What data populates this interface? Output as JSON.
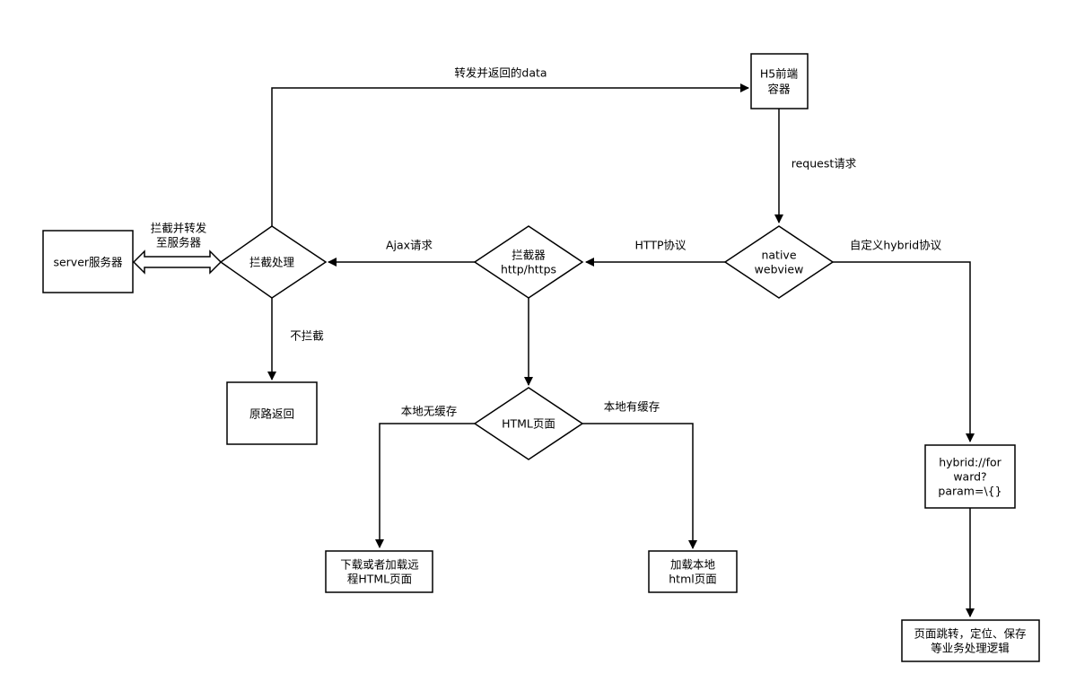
{
  "nodes": {
    "h5": [
      "H5前端",
      "容器"
    ],
    "native": [
      "native",
      "webview"
    ],
    "interceptor": [
      "拦截器",
      "http/https"
    ],
    "handle": [
      "拦截处理"
    ],
    "server": [
      "server服务器"
    ],
    "return": [
      "原路返回"
    ],
    "html_page": [
      "HTML页面"
    ],
    "download": [
      "下载或者加载远",
      "程HTML页面"
    ],
    "local": [
      "加载本地",
      "html页面"
    ],
    "hybrid": [
      "hybrid://for",
      "ward?",
      "param=\\{}"
    ],
    "jump": [
      "页面跳转，定位、保存",
      "等业务处理逻辑"
    ]
  },
  "edges": {
    "forward_data": "转发并返回的data",
    "request": "request请求",
    "http_proto": "HTTP协议",
    "custom_proto": "自定义hybrid协议",
    "ajax": "Ajax请求",
    "intercept_forward": [
      "拦截并转发",
      "至服务器"
    ],
    "no_intercept": "不拦截",
    "no_cache": "本地无缓存",
    "has_cache": "本地有缓存"
  },
  "colors": {
    "stroke": "#000000",
    "fill": "#ffffff",
    "text": "#000000"
  }
}
